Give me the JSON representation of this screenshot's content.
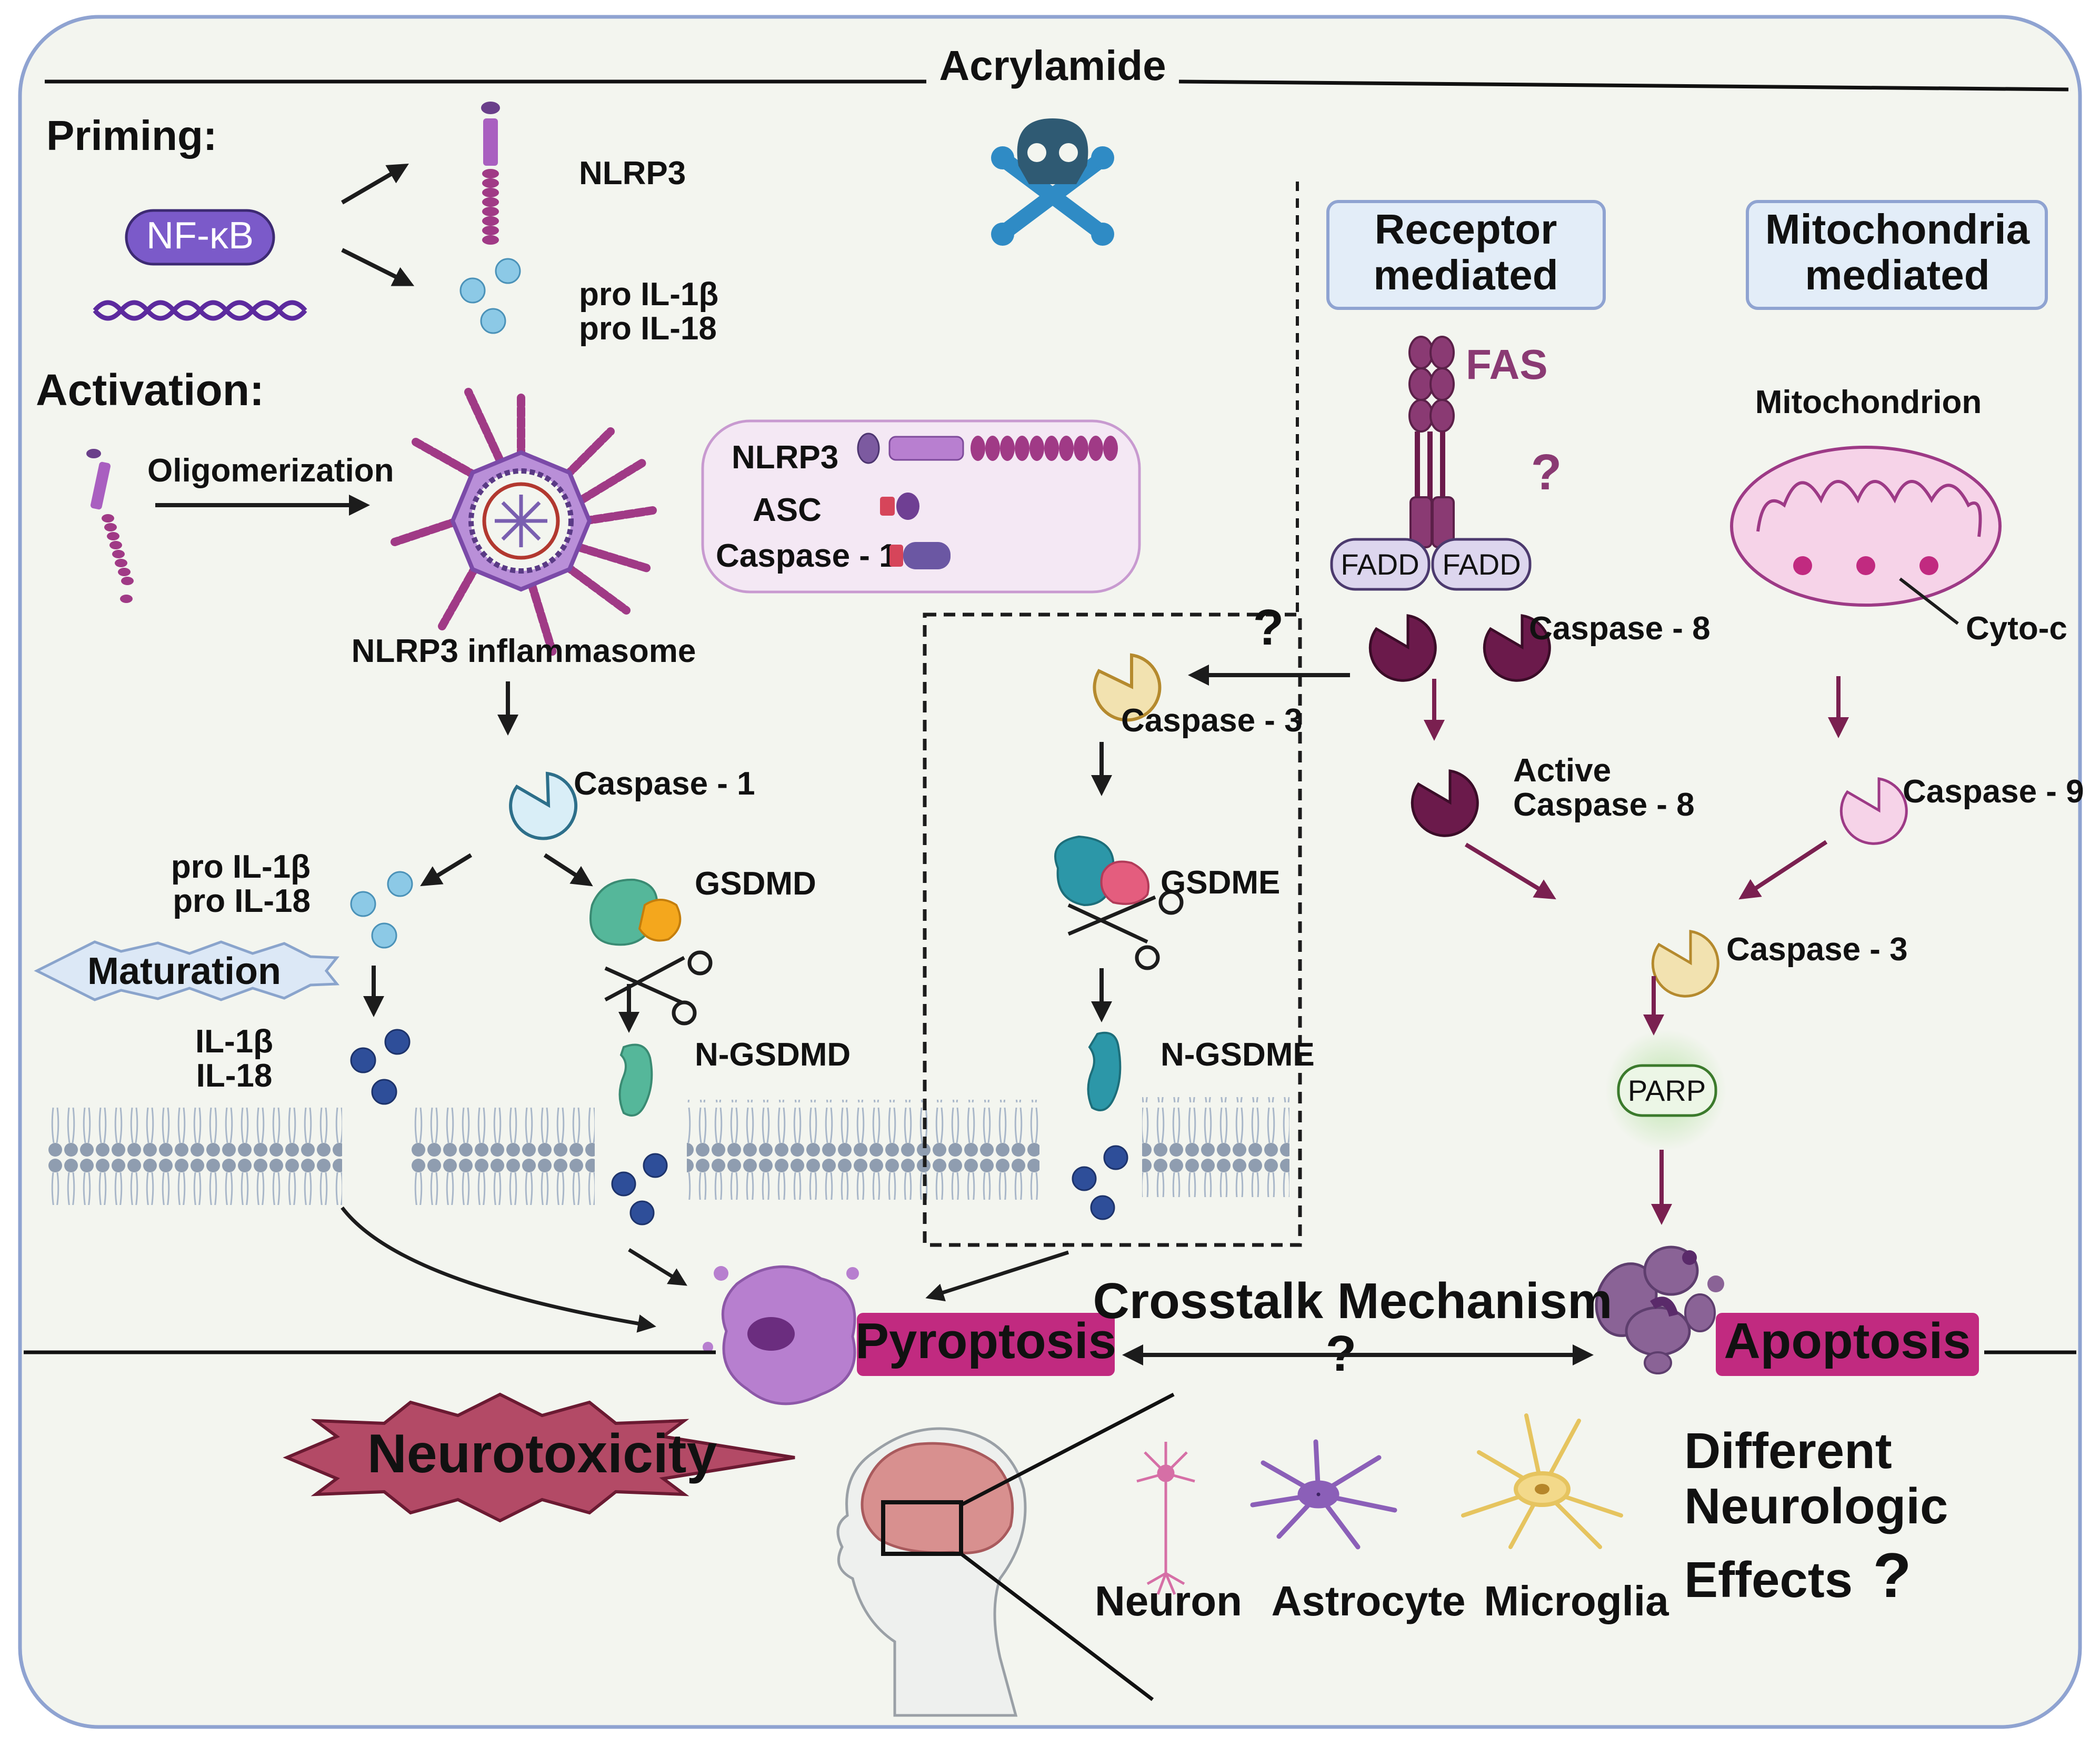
{
  "title": "Acrylamide",
  "priming": {
    "heading": "Priming:",
    "nfkb": "NF-κB",
    "nlrp3": "NLRP3",
    "pro_il1b": "pro IL-1β",
    "pro_il18": "pro IL-18"
  },
  "activation": {
    "heading": "Activation:",
    "oligomerization": "Oligomerization",
    "inflammasome": "NLRP3 inflammasome",
    "legend": {
      "nlrp3": "NLRP3",
      "asc": "ASC",
      "casp1": "Caspase - 1"
    }
  },
  "pyro_path": {
    "caspase1": "Caspase - 1",
    "pro_il1b": "pro IL-1β",
    "pro_il18": "pro IL-18",
    "maturation": "Maturation",
    "il1b": "IL-1β",
    "il18": "IL-18",
    "gsdmd": "GSDMD",
    "ngsdmd": "N-GSDMD"
  },
  "mid_path": {
    "question": "?",
    "caspase3": "Caspase - 3",
    "gsdme": "GSDME",
    "ngsdme": "N-GSDME"
  },
  "receptor": {
    "box": [
      "Receptor",
      "mediated"
    ],
    "fas": "FAS",
    "question": "?",
    "fadd_left": "FADD",
    "fadd_right": "FADD",
    "caspase8": "Caspase - 8",
    "active_c8": [
      "Active",
      "Caspase - 8"
    ]
  },
  "mito": {
    "box": [
      "Mitochondria",
      "mediated"
    ],
    "mitochondrion": "Mitochondrion",
    "cytoc": "Cyto-c",
    "caspase9": "Caspase - 9",
    "caspase3": "Caspase - 3",
    "parp": "PARP"
  },
  "outcomes": {
    "pyroptosis": "Pyroptosis",
    "apoptosis": "Apoptosis",
    "crosstalk": "Crosstalk Mechanism",
    "question": "?"
  },
  "bottom": {
    "neurotoxicity": "Neurotoxicity",
    "neuron": "Neuron",
    "astrocyte": "Astrocyte",
    "microglia": "Microglia",
    "effects": [
      "Different",
      "Neurologic",
      "Effects"
    ],
    "question": "?"
  },
  "colors": {
    "background": "#f3f5ef",
    "frame": "#8fa3d1",
    "magenta": "#c12a80",
    "dark_plum": "#6b1a4b",
    "nfkb": "#7b5ac9",
    "caspase1_fill": "#d9eef7",
    "caspase3_fill": "#f2e2b0",
    "caspase9_fill": "#f6d3e8",
    "gsdmd": "#55b79a",
    "gsdme": "#2c97a8"
  }
}
